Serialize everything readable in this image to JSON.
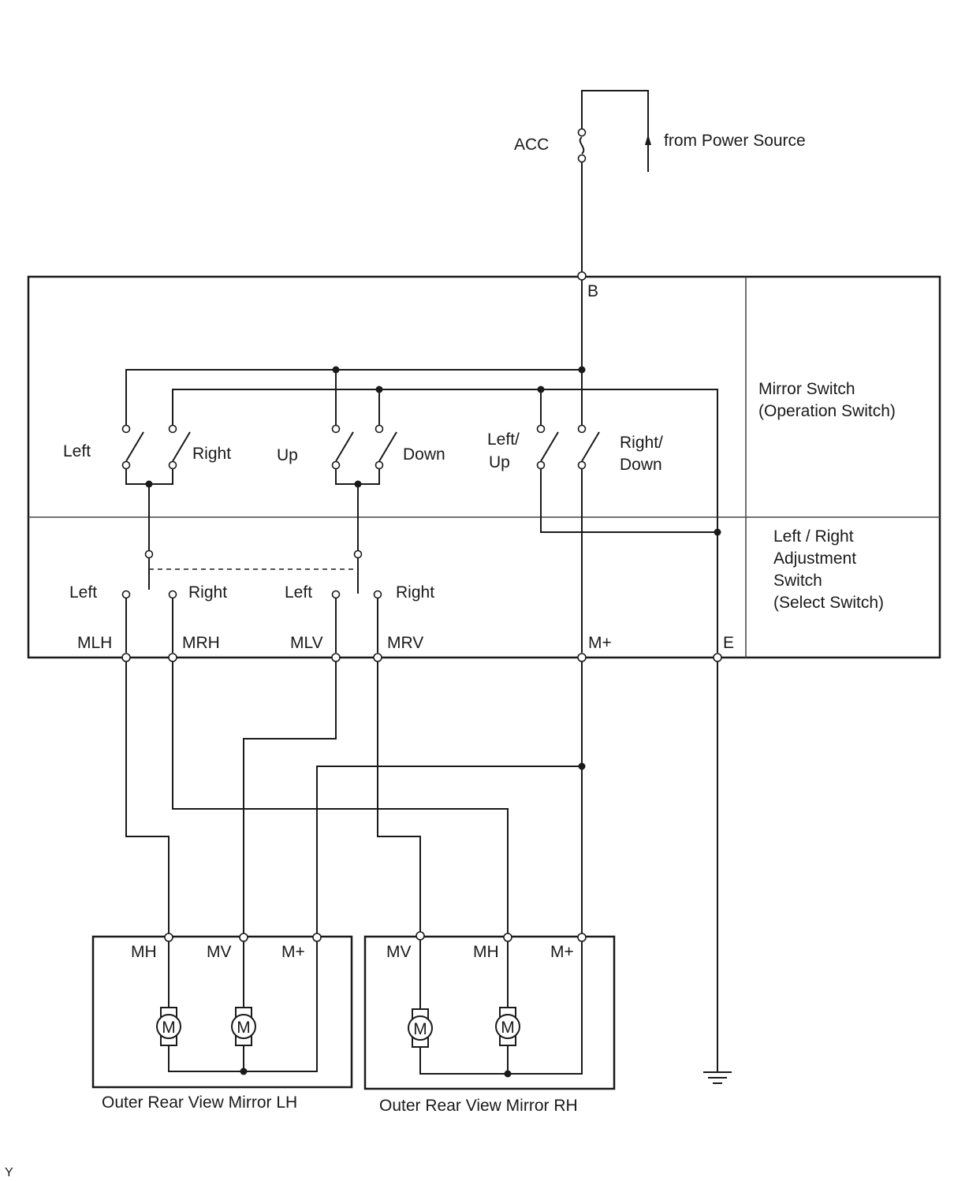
{
  "power": {
    "fuse_label": "ACC",
    "source_label": "from Power Source"
  },
  "mirror_switch": {
    "operation_switch_title": [
      "Mirror Switch",
      "(Operation Switch)"
    ],
    "select_switch_title": [
      "Left / Right",
      "Adjustment",
      "Switch",
      "(Select Switch)"
    ],
    "switch_labels": {
      "left": "Left",
      "right": "Right",
      "up": "Up",
      "down": "Down",
      "left_up": [
        "Left/",
        "Up"
      ],
      "right_down": [
        "Right/",
        "Down"
      ]
    },
    "select_labels": {
      "h_left": "Left",
      "h_right": "Right",
      "v_left": "Left",
      "v_right": "Right"
    },
    "terminals": {
      "b": "B",
      "mlh": "MLH",
      "mrh": "MRH",
      "mlv": "MLV",
      "mrv": "MRV",
      "m_plus": "M+",
      "e": "E"
    }
  },
  "mirror_lh": {
    "title": "Outer Rear View Mirror LH",
    "terminals": {
      "mh": "MH",
      "mv": "MV",
      "m_plus": "M+"
    },
    "motor_symbol": "M"
  },
  "mirror_rh": {
    "title": "Outer Rear View Mirror RH",
    "terminals": {
      "mv": "MV",
      "mh": "MH",
      "m_plus": "M+"
    },
    "motor_symbol": "M"
  },
  "corner_mark": "Y"
}
